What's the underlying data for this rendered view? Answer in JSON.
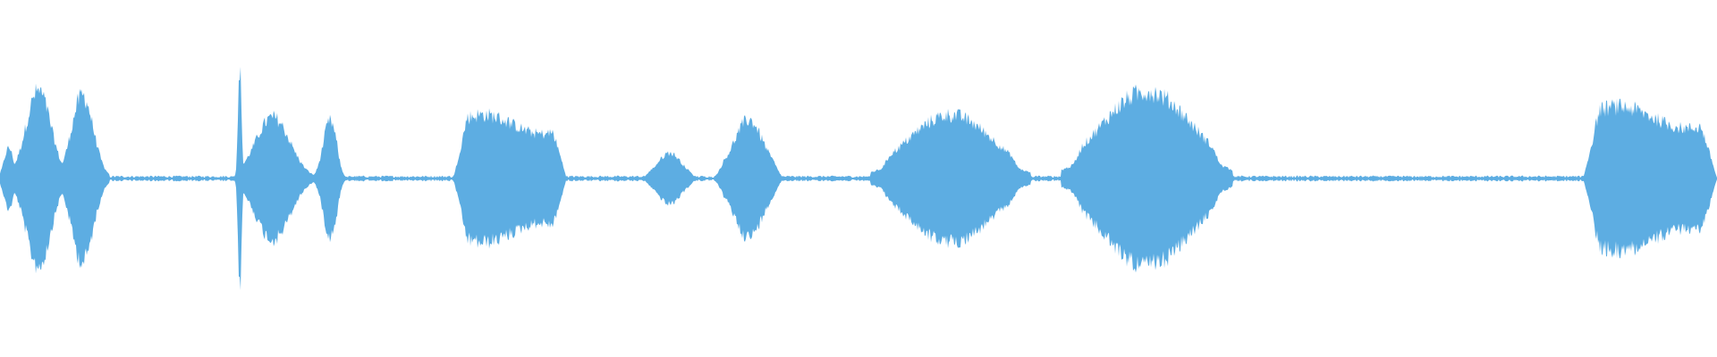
{
  "waveform": {
    "color": "#5dade2",
    "background": "#ffffff",
    "segments": [
      {
        "start": 0.0,
        "end": 0.064,
        "amp": 0.55,
        "shape": "double"
      },
      {
        "start": 0.134,
        "end": 0.205,
        "amp": 0.48,
        "shape": "spike-decay"
      },
      {
        "start": 0.264,
        "end": 0.33,
        "amp": 0.4,
        "shape": "flat"
      },
      {
        "start": 0.375,
        "end": 0.405,
        "amp": 0.14,
        "shape": "bump"
      },
      {
        "start": 0.417,
        "end": 0.455,
        "amp": 0.32,
        "shape": "bump"
      },
      {
        "start": 0.507,
        "end": 0.6,
        "amp": 0.38,
        "shape": "swell"
      },
      {
        "start": 0.618,
        "end": 0.718,
        "amp": 0.52,
        "shape": "swell"
      },
      {
        "start": 0.922,
        "end": 1.0,
        "amp": 0.45,
        "shape": "flat"
      }
    ],
    "noise_level": 0.012
  }
}
